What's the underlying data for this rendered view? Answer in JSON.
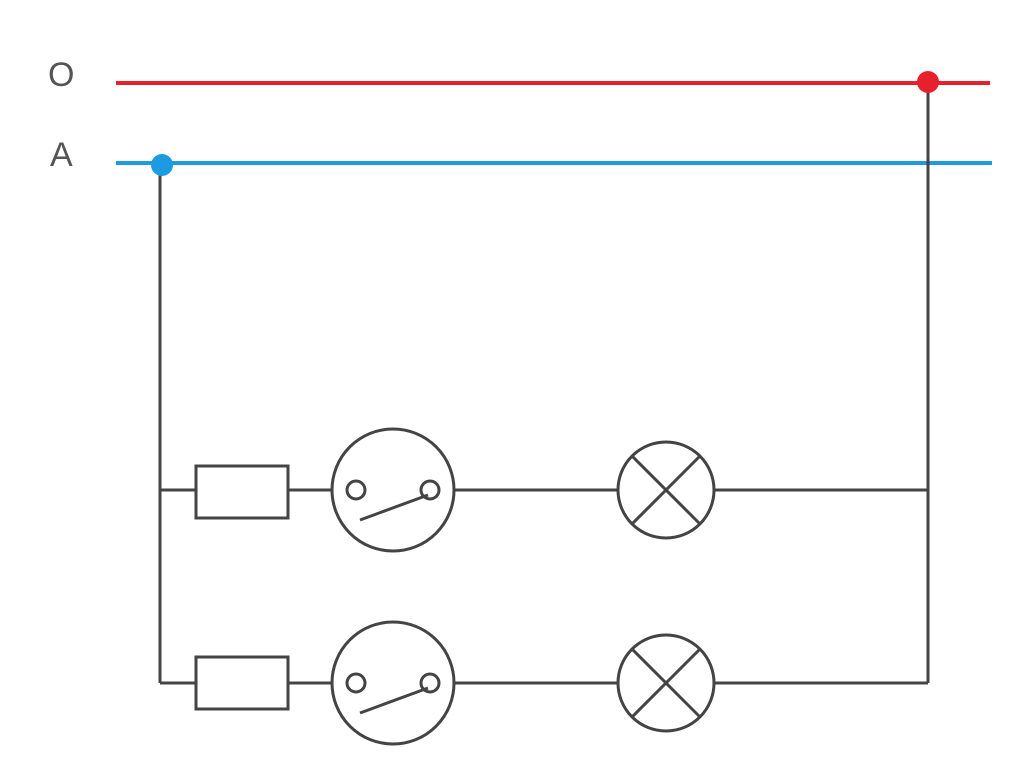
{
  "labels": {
    "neutral": "O",
    "phase": "A"
  },
  "colors": {
    "neutral_line": "#e8202b",
    "phase_line": "#1e9be0",
    "wire": "#444444",
    "label_text": "#555555",
    "background": "#ffffff"
  },
  "components": {
    "branches": [
      {
        "fuse": "fuse",
        "switch": "switch",
        "lamp": "lamp"
      },
      {
        "fuse": "fuse",
        "switch": "switch",
        "lamp": "lamp"
      }
    ]
  }
}
